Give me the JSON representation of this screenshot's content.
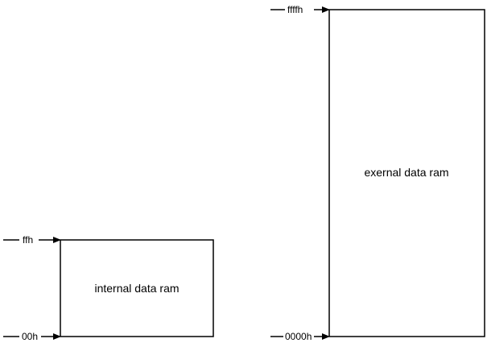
{
  "internal_ram": {
    "title": "internal data ram",
    "top_address": "ffh",
    "bottom_address": "00h"
  },
  "external_ram": {
    "title": "exernal data ram",
    "top_address": "ffffh",
    "bottom_address": "0000h"
  }
}
